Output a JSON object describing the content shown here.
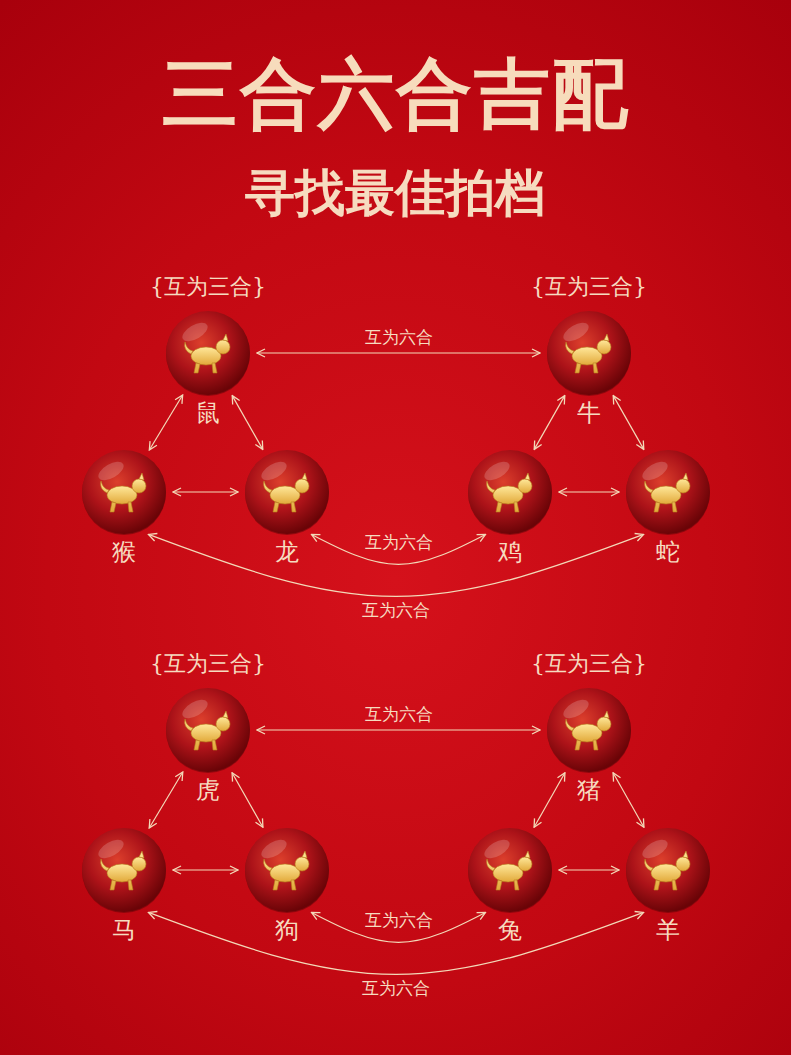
{
  "diagram": {
    "title": "三合六合吉配",
    "nodes": [
      {
        "text": [
          "鼠"
        ]
      },
      {
        "text": [
          "牛"
        ]
      },
      {
        "text": [
          "猴"
        ]
      },
      {
        "text": [
          "龙"
        ]
      },
      {
        "text": [
          "鸡"
        ]
      },
      {
        "text": [
          "蛇"
        ]
      },
      {
        "text": [
          "虎"
        ]
      },
      {
        "text": [
          "猪"
        ]
      },
      {
        "text": [
          "马"
        ]
      },
      {
        "text": [
          "狗"
        ]
      },
      {
        "text": [
          "兔"
        ]
      },
      {
        "text": [
          "羊"
        ]
      }
    ],
    "edges": [
      {
        "from": 0,
        "to": 1,
        "arrow": "both",
        "label": "互为六合"
      },
      {
        "from": 0,
        "to": 2,
        "arrow": "both"
      },
      {
        "from": 0,
        "to": 3,
        "arrow": "both"
      },
      {
        "from": 2,
        "to": 3,
        "arrow": "both"
      },
      {
        "from": 1,
        "to": 4,
        "arrow": "both"
      },
      {
        "from": 1,
        "to": 5,
        "arrow": "both"
      },
      {
        "from": 4,
        "to": 5,
        "arrow": "both"
      },
      {
        "from": 3,
        "to": 4,
        "arrow": "both",
        "label": "互为六合"
      },
      {
        "from": 2,
        "to": 5,
        "arrow": "both",
        "label": "互为六合"
      },
      {
        "from": 6,
        "to": 7,
        "arrow": "both",
        "label": "互为六合"
      },
      {
        "from": 6,
        "to": 8,
        "arrow": "both"
      },
      {
        "from": 6,
        "to": 9,
        "arrow": "both"
      },
      {
        "from": 8,
        "to": 9,
        "arrow": "both"
      },
      {
        "from": 7,
        "to": 10,
        "arrow": "both"
      },
      {
        "from": 7,
        "to": 11,
        "arrow": "both"
      },
      {
        "from": 10,
        "to": 11,
        "arrow": "both"
      },
      {
        "from": 9,
        "to": 10,
        "arrow": "both",
        "label": "互为六合"
      },
      {
        "from": 8,
        "to": 11,
        "arrow": "both",
        "label": "互为六合"
      }
    ],
    "labels": [
      "寻找最佳拍档",
      "{互为三合}",
      "{互为三合}",
      "{互为三合}",
      "{互为三合}"
    ]
  }
}
